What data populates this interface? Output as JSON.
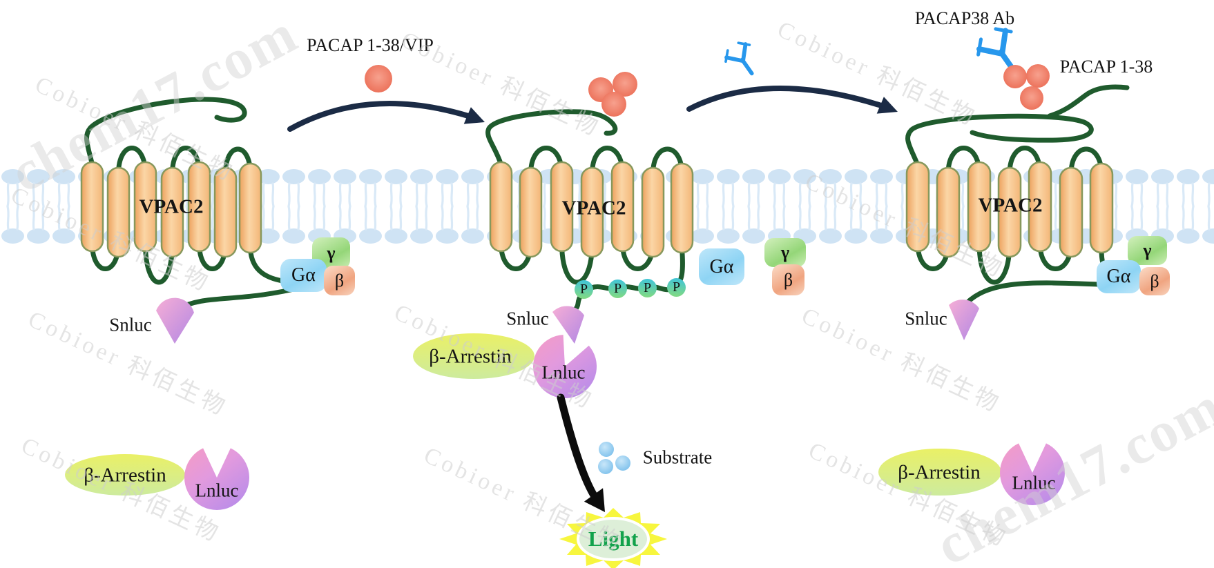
{
  "watermark": {
    "brand": "Cobioer 科佰生物",
    "site": "chem17.com"
  },
  "panels": {
    "left": {
      "receptor_label": "VPAC2",
      "g_alpha": "Gα",
      "g_gamma": "γ",
      "g_beta": "β",
      "snluc_label": "Snluc",
      "arrestin_label": "β-Arrestin",
      "lnluc_label": "Lnluc"
    },
    "middle": {
      "ligand_label": "PACAP 1-38/VIP",
      "receptor_label": "VPAC2",
      "g_alpha": "Gα",
      "g_gamma": "γ",
      "g_beta": "β",
      "phospho_label": "P",
      "snluc_label": "Snluc",
      "arrestin_label": "β-Arrestin",
      "lnluc_label": "Lnluc",
      "substrate_label": "Substrate",
      "light_label": "Light"
    },
    "right": {
      "antibody_label": "PACAP38 Ab",
      "ligand_label": "PACAP 1-38",
      "receptor_label": "VPAC2",
      "g_alpha": "Gα",
      "g_gamma": "γ",
      "g_beta": "β",
      "snluc_label": "Snluc",
      "arrestin_label": "β-Arrestin",
      "lnluc_label": "Lnluc"
    }
  },
  "colors": {
    "membrane_head": "#cfe3f4",
    "helix_fill": "#f5bc80",
    "helix_border": "#87985c",
    "receptor_loop": "#1f5b2d",
    "ligand": "#ec7057",
    "transition_arrow": "#1b2b45",
    "antibody": "#2797ec",
    "g_alpha_box": "#8ed4f4",
    "g_gamma_box": "#94d678",
    "g_beta_box": "#f0a480",
    "phospho_dot": "#5fcfb0",
    "snluc_wedge": "#cf9bdd",
    "arrestin": "#e3ee79",
    "lnluc": "#d795d8",
    "substrate_dot": "#8ec9f0",
    "light_star": "#f7f63e",
    "light_fill": "#ddefd8",
    "light_text": "#12a24b"
  }
}
